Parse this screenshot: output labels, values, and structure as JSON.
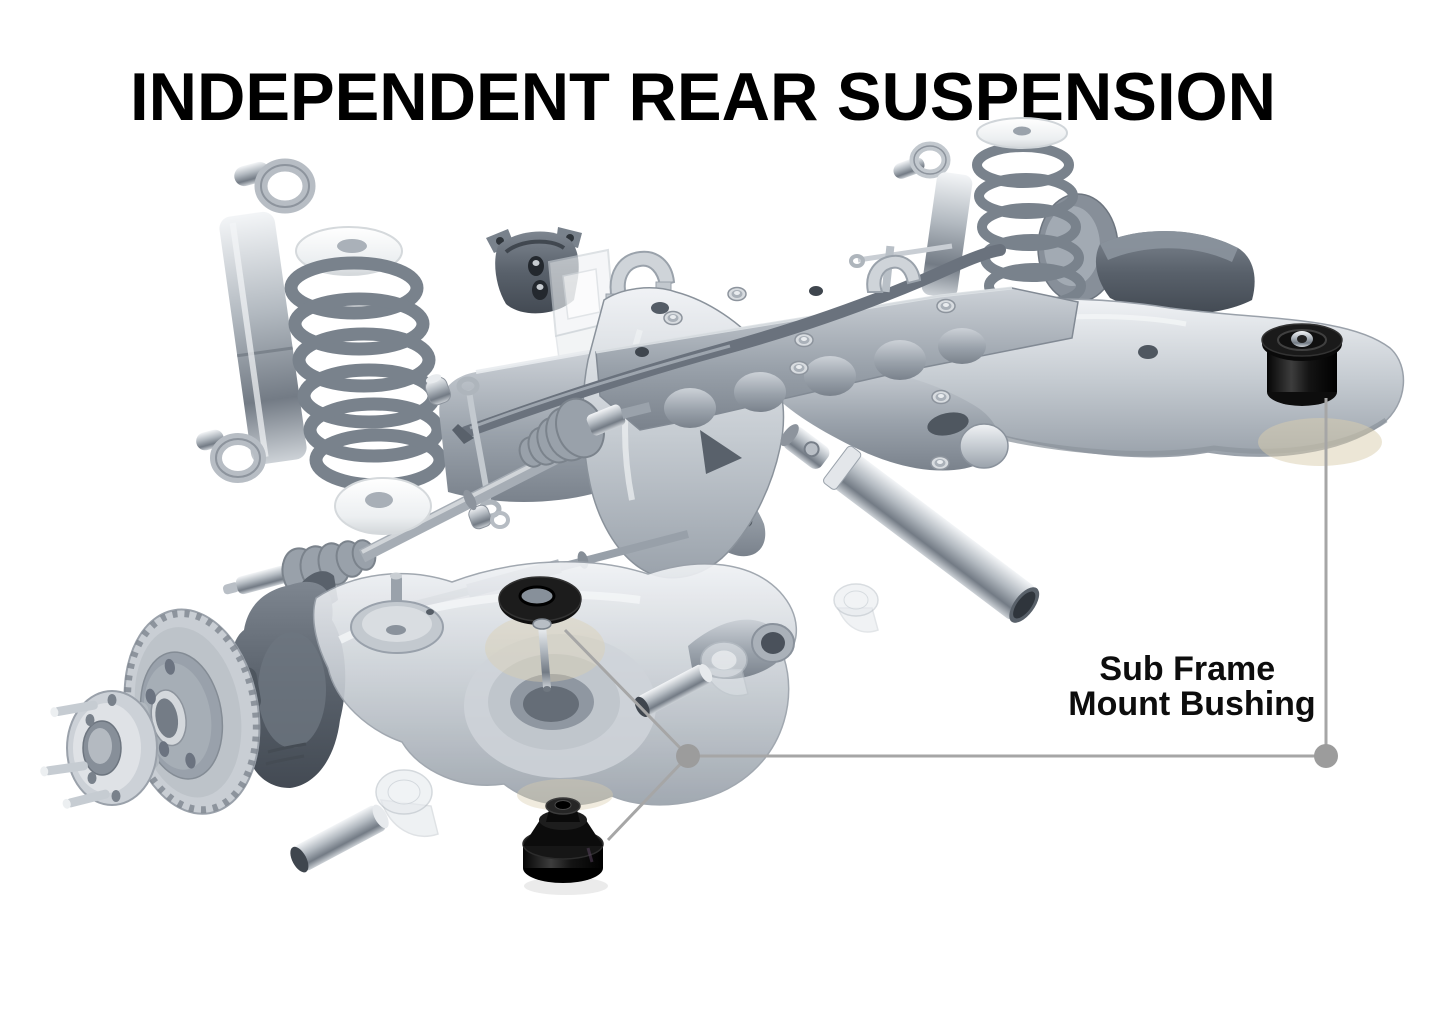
{
  "title": "INDEPENDENT REAR SUSPENSION",
  "callout": {
    "line1": "Sub Frame",
    "line2": "Mount Bushing"
  },
  "colors": {
    "background": "#ffffff",
    "title": "#000000",
    "label": "#0d0d0d",
    "leader": "#a6a6a6",
    "leader_dot": "#9c9c9c",
    "bushing_black": "#0d0d0d",
    "metal_light": "#e8ebee",
    "metal_mid": "#9aa2ab",
    "metal_dark": "#59616b",
    "highlight_glow": "#d9cdad"
  },
  "parts": [
    "left-shock-absorber",
    "left-coil-spring",
    "spring-seat-top",
    "spring-seat-bottom",
    "differential-mount-bracket",
    "translucent-mount-block",
    "sway-bar-clamp",
    "sway-bar",
    "sway-bar-end-link",
    "subframe-crossmember",
    "subframe-tower",
    "subframe-paddle-arm",
    "installed-mount-bushing",
    "right-coil-spring",
    "right-spring-washer",
    "right-shock-absorber",
    "corner-bracket",
    "cv-axle",
    "inner-cv-boot",
    "outer-cv-boot",
    "toe-link",
    "knuckle",
    "brake-rotor",
    "wheel-hub",
    "wheel-studs",
    "trailing-arm",
    "spring-perch",
    "bushing-bowl",
    "panhard-tube",
    "u-joint",
    "bushing-sleeve-left",
    "bushing-sleeve-right",
    "bushing-cup-left",
    "bushing-cup-right",
    "bushing-cup-center",
    "bushing-washer",
    "mount-pin",
    "sub-frame-mount-bushing",
    "leader-lines",
    "callout-label"
  ]
}
